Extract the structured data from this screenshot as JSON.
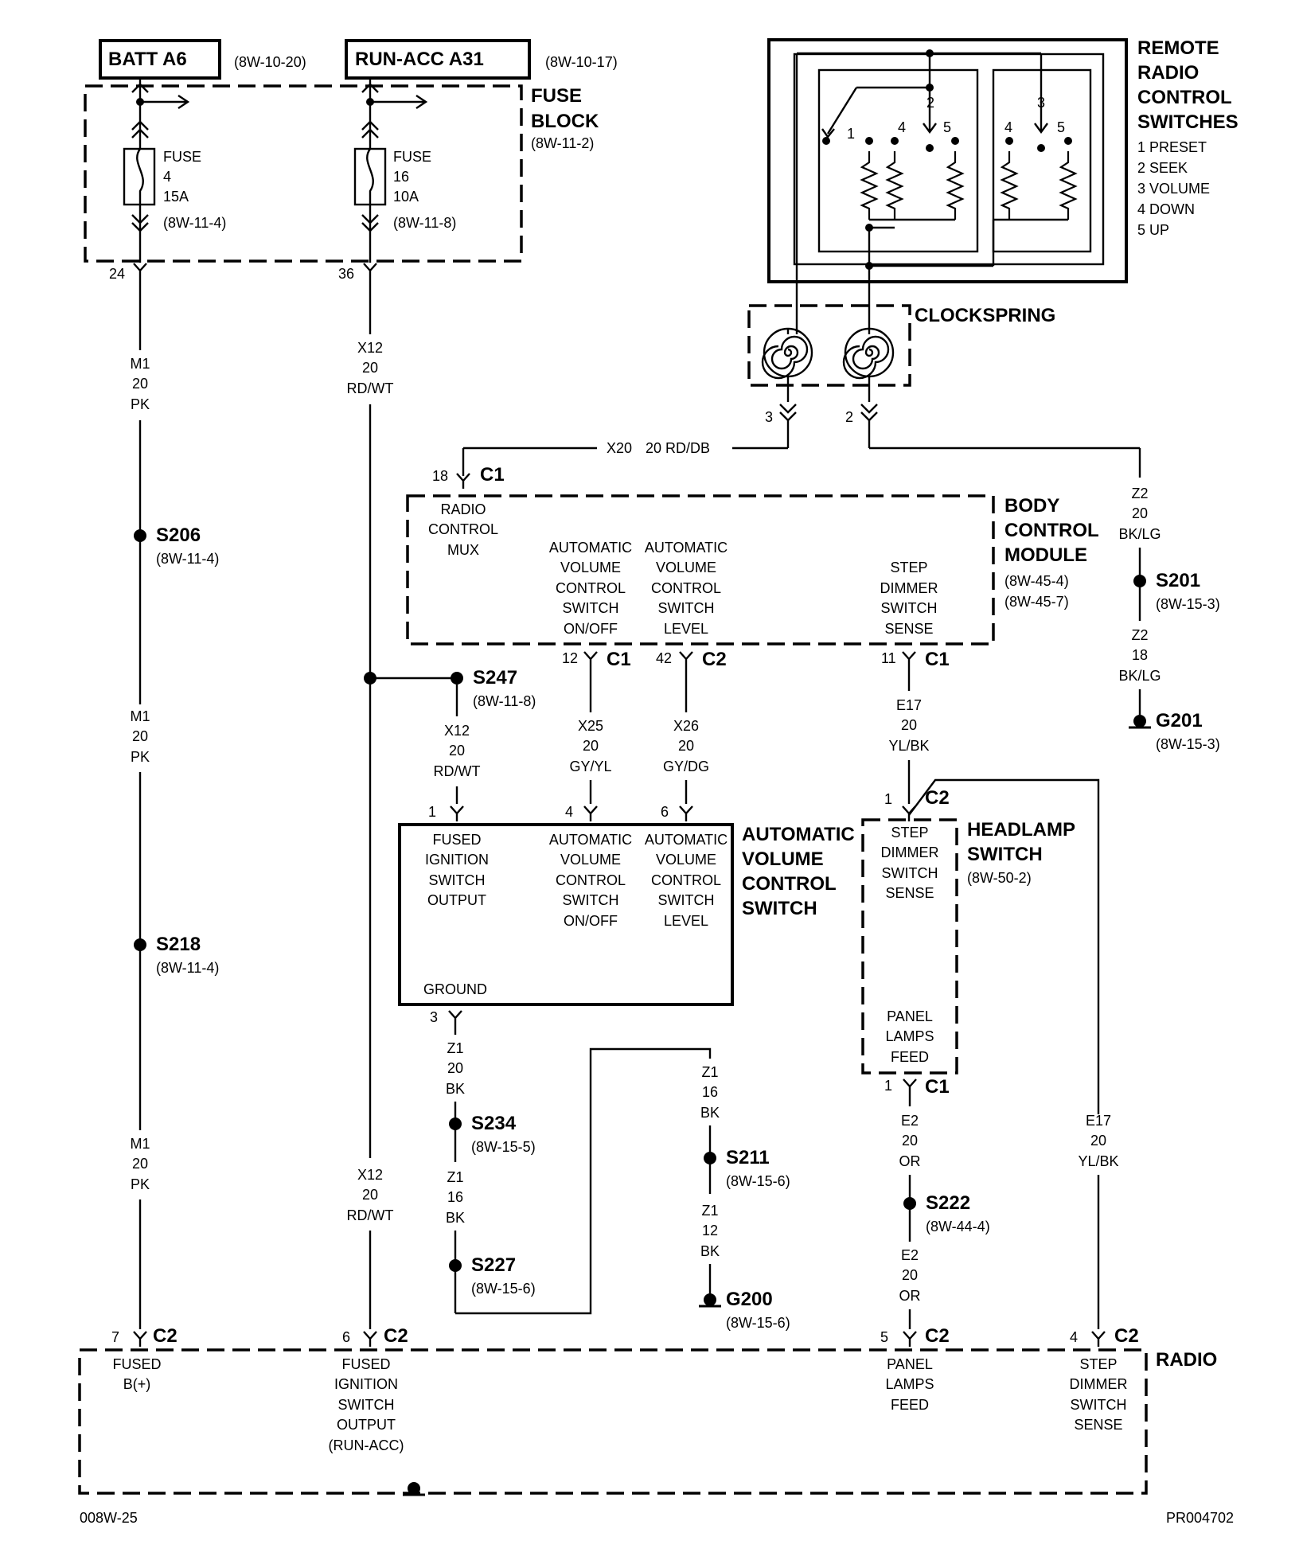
{
  "batt": {
    "label": "BATT A6",
    "ref": "(8W-10-20)"
  },
  "runacc": {
    "label": "RUN-ACC A31",
    "ref": "(8W-10-17)"
  },
  "fuse_block": {
    "title1": "FUSE",
    "title2": "BLOCK",
    "ref": "(8W-11-2)",
    "fuse4": {
      "l1": "FUSE",
      "l2": "4",
      "l3": "15A",
      "ref": "(8W-11-4)",
      "pin": "24"
    },
    "fuse16": {
      "l1": "FUSE",
      "l2": "16",
      "l3": "10A",
      "ref": "(8W-11-8)",
      "pin": "36"
    }
  },
  "remote": {
    "t1": "REMOTE",
    "t2": "RADIO",
    "t3": "CONTROL",
    "t4": "SWITCHES",
    "legend": [
      "1 PRESET",
      "2 SEEK",
      "3 VOLUME",
      "4 DOWN",
      "5 UP"
    ],
    "nums": [
      "1",
      "2",
      "3",
      "4",
      "5",
      "4",
      "5"
    ]
  },
  "clockspring": {
    "title": "CLOCKSPRING",
    "pin3": "3",
    "pin2": "2"
  },
  "wires": {
    "m1": [
      "M1",
      "20",
      "PK"
    ],
    "x12": [
      "X12",
      "20",
      "RD/WT"
    ],
    "x20a": "X20",
    "x20b": "20 RD/DB",
    "z2a": [
      "Z2",
      "20",
      "BK/LG"
    ],
    "z2b": [
      "Z2",
      "18",
      "BK/LG"
    ],
    "x25": [
      "X25",
      "20",
      "GY/YL"
    ],
    "x26": [
      "X26",
      "20",
      "GY/DG"
    ],
    "e17": [
      "E17",
      "20",
      "YL/BK"
    ],
    "z1a": [
      "Z1",
      "20",
      "BK"
    ],
    "z1b": [
      "Z1",
      "16",
      "BK"
    ],
    "z1c": [
      "Z1",
      "16",
      "BK"
    ],
    "z1d": [
      "Z1",
      "12",
      "BK"
    ],
    "e2": [
      "E2",
      "20",
      "OR"
    ]
  },
  "splices": {
    "s206": {
      "name": "S206",
      "ref": "(8W-11-4)"
    },
    "s218": {
      "name": "S218",
      "ref": "(8W-11-4)"
    },
    "s247": {
      "name": "S247",
      "ref": "(8W-11-8)"
    },
    "s201": {
      "name": "S201",
      "ref": "(8W-15-3)"
    },
    "g201": {
      "name": "G201",
      "ref": "(8W-15-3)"
    },
    "s234": {
      "name": "S234",
      "ref": "(8W-15-5)"
    },
    "s227": {
      "name": "S227",
      "ref": "(8W-15-6)"
    },
    "s211": {
      "name": "S211",
      "ref": "(8W-15-6)"
    },
    "g200": {
      "name": "G200",
      "ref": "(8W-15-6)"
    },
    "s222": {
      "name": "S222",
      "ref": "(8W-44-4)"
    }
  },
  "bcm": {
    "t1": "BODY",
    "t2": "CONTROL",
    "t3": "MODULE",
    "ref1": "(8W-45-4)",
    "ref2": "(8W-45-7)",
    "mux": [
      "RADIO",
      "CONTROL",
      "MUX"
    ],
    "onoff": [
      "AUTOMATIC",
      "VOLUME",
      "CONTROL",
      "SWITCH",
      "ON/OFF"
    ],
    "level": [
      "AUTOMATIC",
      "VOLUME",
      "CONTROL",
      "SWITCH",
      "LEVEL"
    ],
    "step": [
      "STEP",
      "DIMMER",
      "SWITCH",
      "SENSE"
    ],
    "pin18": "18",
    "pin12": "12",
    "pin42": "42",
    "pin11": "11"
  },
  "avcs": {
    "t1": "AUTOMATIC",
    "t2": "VOLUME",
    "t3": "CONTROL",
    "t4": "SWITCH",
    "fused": [
      "FUSED",
      "IGNITION",
      "SWITCH",
      "OUTPUT"
    ],
    "onoff": [
      "AUTOMATIC",
      "VOLUME",
      "CONTROL",
      "SWITCH",
      "ON/OFF"
    ],
    "level": [
      "AUTOMATIC",
      "VOLUME",
      "CONTROL",
      "SWITCH",
      "LEVEL"
    ],
    "ground": "GROUND",
    "pin1": "1",
    "pin4": "4",
    "pin6": "6",
    "pin3": "3"
  },
  "headlamp": {
    "t1": "HEADLAMP",
    "t2": "SWITCH",
    "ref": "(8W-50-2)",
    "step": [
      "STEP",
      "DIMMER",
      "SWITCH",
      "SENSE"
    ],
    "panel": [
      "PANEL",
      "LAMPS",
      "FEED"
    ],
    "pin1top": "1",
    "pin1bot": "1"
  },
  "radio": {
    "title": "RADIO",
    "fused": [
      "FUSED",
      "B(+)"
    ],
    "ign": [
      "FUSED",
      "IGNITION",
      "SWITCH",
      "OUTPUT",
      "(RUN-ACC)"
    ],
    "panel": [
      "PANEL",
      "LAMPS",
      "FEED"
    ],
    "step": [
      "STEP",
      "DIMMER",
      "SWITCH",
      "SENSE"
    ],
    "pin7": "7",
    "pin6": "6",
    "pin5": "5",
    "pin4": "4"
  },
  "conn": {
    "c1": "C1",
    "c2": "C2"
  },
  "footer": {
    "left": "008W-25",
    "right": "PR004702"
  }
}
